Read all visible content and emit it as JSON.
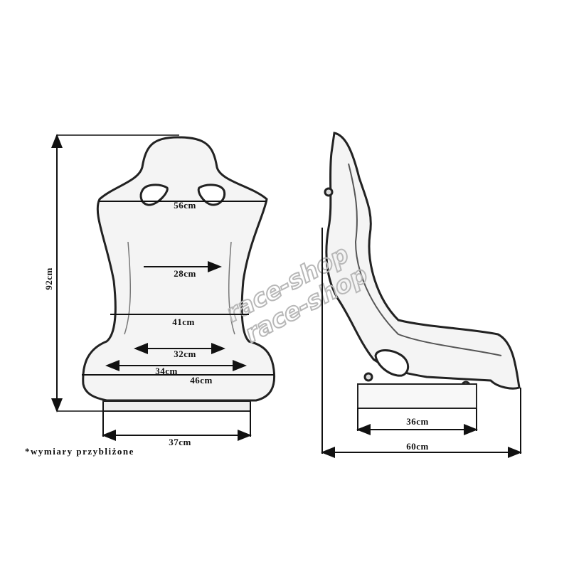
{
  "dimensions": {
    "height": "92cm",
    "shoulder_width": "56cm",
    "back_width": "28cm",
    "waist_width": "41cm",
    "seat_inner": "32cm",
    "seat_width": "34cm",
    "hip_width": "46cm",
    "base_width": "37cm",
    "side_base": "36cm",
    "depth": "60cm"
  },
  "note": "*wymiary przybliżone",
  "watermark": "race-shop"
}
